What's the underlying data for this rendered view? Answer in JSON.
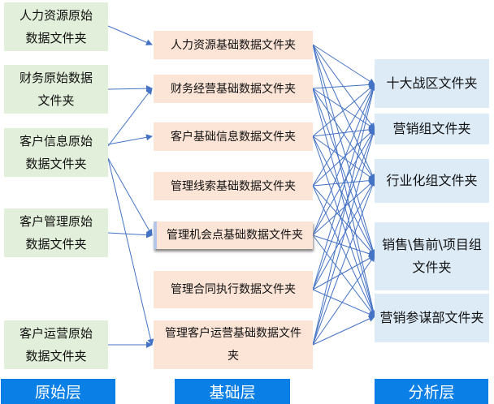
{
  "raw_layer": [
    {
      "label": "人力资源原始数据文件夹"
    },
    {
      "label": "财务原始数据文件夹"
    },
    {
      "label": "客户信息原始数据文件夹"
    },
    {
      "label": "客户管理原始数据文件夹"
    },
    {
      "label": "客户运营原始数据文件夹"
    }
  ],
  "base_layer": [
    {
      "label": "人力资源基础数据文件夹"
    },
    {
      "label": "财务经营基础数据文件夹"
    },
    {
      "label": "客户基础信息数据文件夹"
    },
    {
      "label": "管理线索基础数据文件夹"
    },
    {
      "label": "管理机会点基础数据文件夹"
    },
    {
      "label": "管理合同执行数据文件夹"
    },
    {
      "label": "管理客户运营基础数据文件夹"
    }
  ],
  "analysis_layer": [
    {
      "label": "十大战区文件夹"
    },
    {
      "label": "营销组文件夹"
    },
    {
      "label": "行业化组文件夹"
    },
    {
      "label": "销售\\售前\\项目组文件夹"
    },
    {
      "label": "营销参谋部文件夹"
    }
  ],
  "layers": {
    "raw": "原始层",
    "base": "基础层",
    "analysis": "分析层"
  },
  "raw_to_base_edges": [
    [
      0,
      0
    ],
    [
      1,
      1
    ],
    [
      2,
      1
    ],
    [
      2,
      2
    ],
    [
      2,
      4
    ],
    [
      2,
      6
    ],
    [
      3,
      4
    ],
    [
      4,
      6
    ]
  ],
  "base_to_analysis": "all-to-all",
  "colors": {
    "raw": "#e2efda",
    "base": "#fce4d6",
    "analysis": "#ddebf7",
    "line": "#4472c4",
    "footer": "#0a7fe6"
  }
}
